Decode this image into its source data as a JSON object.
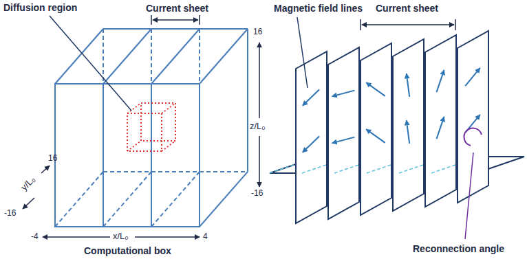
{
  "diagram": {
    "labels": [
      "Diffusion region",
      "Current sheet",
      "16",
      "z/L₀",
      "-16",
      "16",
      "y/L₀",
      "-16",
      "-4",
      "x/L₀",
      "4",
      "Computational box",
      "Magnetic field lines",
      "Current sheet",
      "Reconnection angle"
    ]
  }
}
